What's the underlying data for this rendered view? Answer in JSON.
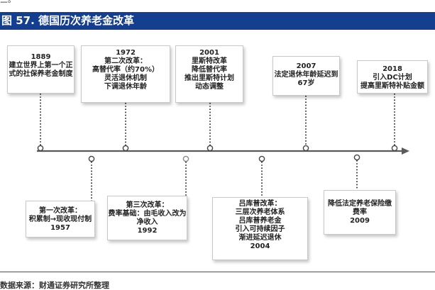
{
  "header": {
    "title": "图 57. 德国历次养老金改革"
  },
  "top_fragment": "三。",
  "footer": {
    "source": "数据来源：财通证券研究所整理"
  },
  "colors": {
    "header_bg": "#143e8f",
    "timeline": "#5a5a5a",
    "footer_line": "#1b58a8"
  },
  "timeline": {
    "events": [
      {
        "lines": [
          "1889",
          "建立世界上第一个正",
          "式的社保养老金制度"
        ]
      },
      {
        "lines": [
          "第一次改革：",
          "积累制→现收现付制",
          "1957"
        ]
      },
      {
        "lines": [
          "1972",
          "第二次改革：",
          "高替代率（约70%）",
          "灵活退休机制",
          "下调退休年龄"
        ]
      },
      {
        "lines": [
          "第三次改革：",
          "费率基础：由毛收入改为",
          "净收入",
          "1992"
        ]
      },
      {
        "lines": [
          "2001",
          "里斯特改革",
          "降低替代率",
          "推出里斯特计划",
          "动态调整"
        ]
      },
      {
        "lines": [
          "吕库普改革：",
          "三层次养老体系",
          "吕库普养老金",
          "引入可持续因子",
          "渐进延迟退休",
          "2004"
        ]
      },
      {
        "lines": [
          "2007",
          "法定退休年龄延迟到",
          "67岁"
        ]
      },
      {
        "lines": [
          "降低法定养老保险缴",
          "费率",
          "2009"
        ]
      },
      {
        "lines": [
          "2018",
          "引入DC计划",
          "提高里斯特补贴金额"
        ]
      }
    ]
  }
}
